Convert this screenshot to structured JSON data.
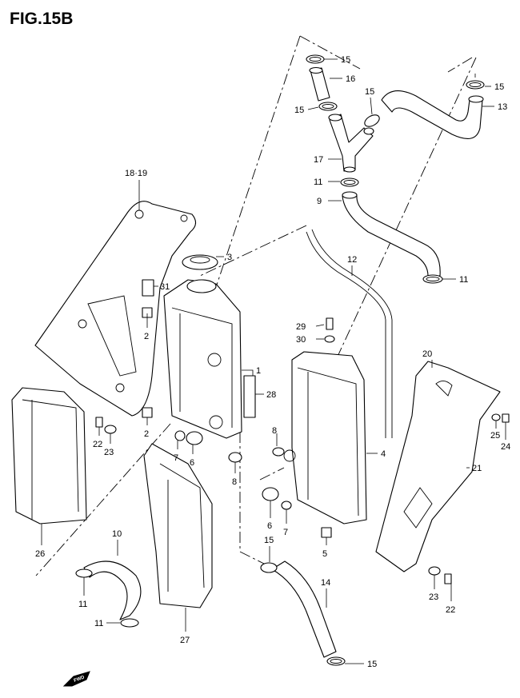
{
  "figure": {
    "title": "FIG.15B",
    "forward_label": "FWD"
  },
  "callouts": [
    {
      "id": "c15a",
      "text": "15"
    },
    {
      "id": "c16",
      "text": "16"
    },
    {
      "id": "c15b",
      "text": "15"
    },
    {
      "id": "c15c",
      "text": "15"
    },
    {
      "id": "c15d",
      "text": "15"
    },
    {
      "id": "c13",
      "text": "13"
    },
    {
      "id": "c17",
      "text": "17"
    },
    {
      "id": "c11a",
      "text": "11"
    },
    {
      "id": "c9",
      "text": "9"
    },
    {
      "id": "c18_19",
      "text": "18·19"
    },
    {
      "id": "c3",
      "text": "3"
    },
    {
      "id": "c12",
      "text": "12"
    },
    {
      "id": "c11b",
      "text": "11"
    },
    {
      "id": "c31",
      "text": "31"
    },
    {
      "id": "c2a",
      "text": "2"
    },
    {
      "id": "c29",
      "text": "29"
    },
    {
      "id": "c30",
      "text": "30"
    },
    {
      "id": "c1",
      "text": "1"
    },
    {
      "id": "c20",
      "text": "20"
    },
    {
      "id": "c28",
      "text": "28"
    },
    {
      "id": "c2b",
      "text": "2"
    },
    {
      "id": "c22a",
      "text": "22"
    },
    {
      "id": "c23a",
      "text": "23"
    },
    {
      "id": "c7a",
      "text": "7"
    },
    {
      "id": "c6a",
      "text": "6"
    },
    {
      "id": "c8a",
      "text": "8"
    },
    {
      "id": "c8b",
      "text": "8"
    },
    {
      "id": "c4",
      "text": "4"
    },
    {
      "id": "c25",
      "text": "25"
    },
    {
      "id": "c24",
      "text": "24"
    },
    {
      "id": "c21",
      "text": "21"
    },
    {
      "id": "c6b",
      "text": "6"
    },
    {
      "id": "c7b",
      "text": "7"
    },
    {
      "id": "c26",
      "text": "26"
    },
    {
      "id": "c10",
      "text": "10"
    },
    {
      "id": "c15e",
      "text": "15"
    },
    {
      "id": "c5",
      "text": "5"
    },
    {
      "id": "c11c",
      "text": "11"
    },
    {
      "id": "c14",
      "text": "14"
    },
    {
      "id": "c23b",
      "text": "23"
    },
    {
      "id": "c22b",
      "text": "22"
    },
    {
      "id": "c11d",
      "text": "11"
    },
    {
      "id": "c27",
      "text": "27"
    },
    {
      "id": "c15f",
      "text": "15"
    }
  ]
}
